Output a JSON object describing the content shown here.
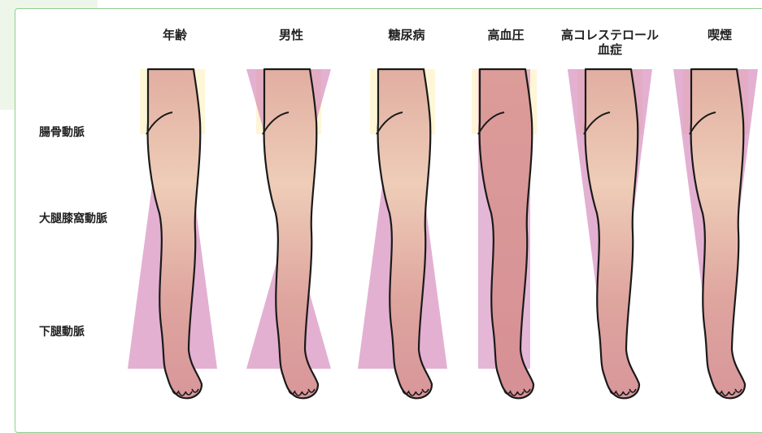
{
  "columns": [
    {
      "label": "年齢",
      "pattern": "bottom-wide"
    },
    {
      "label": "男性",
      "pattern": "hourglass"
    },
    {
      "label": "糖尿病",
      "pattern": "bottom-wide"
    },
    {
      "label": "高血圧",
      "pattern": "uniform"
    },
    {
      "label": "高コレステロール\n血症",
      "pattern": "top-wide"
    },
    {
      "label": "喫煙",
      "pattern": "top-wide"
    }
  ],
  "rows": [
    {
      "label": "腸骨動脈"
    },
    {
      "label": "大腿膝窩動脈"
    },
    {
      "label": "下腿動脈"
    }
  ],
  "colors": {
    "skin": "#fef6d6",
    "shading_pale": "#e7b4d6",
    "shading_dark": "#d07cb4",
    "artery_light": "#e8c0a8",
    "artery_dark": "#cc7a88",
    "outline": "#1a1a1a",
    "frame_border": "#8fcf8f",
    "panel_bg": "#eef6ea"
  }
}
